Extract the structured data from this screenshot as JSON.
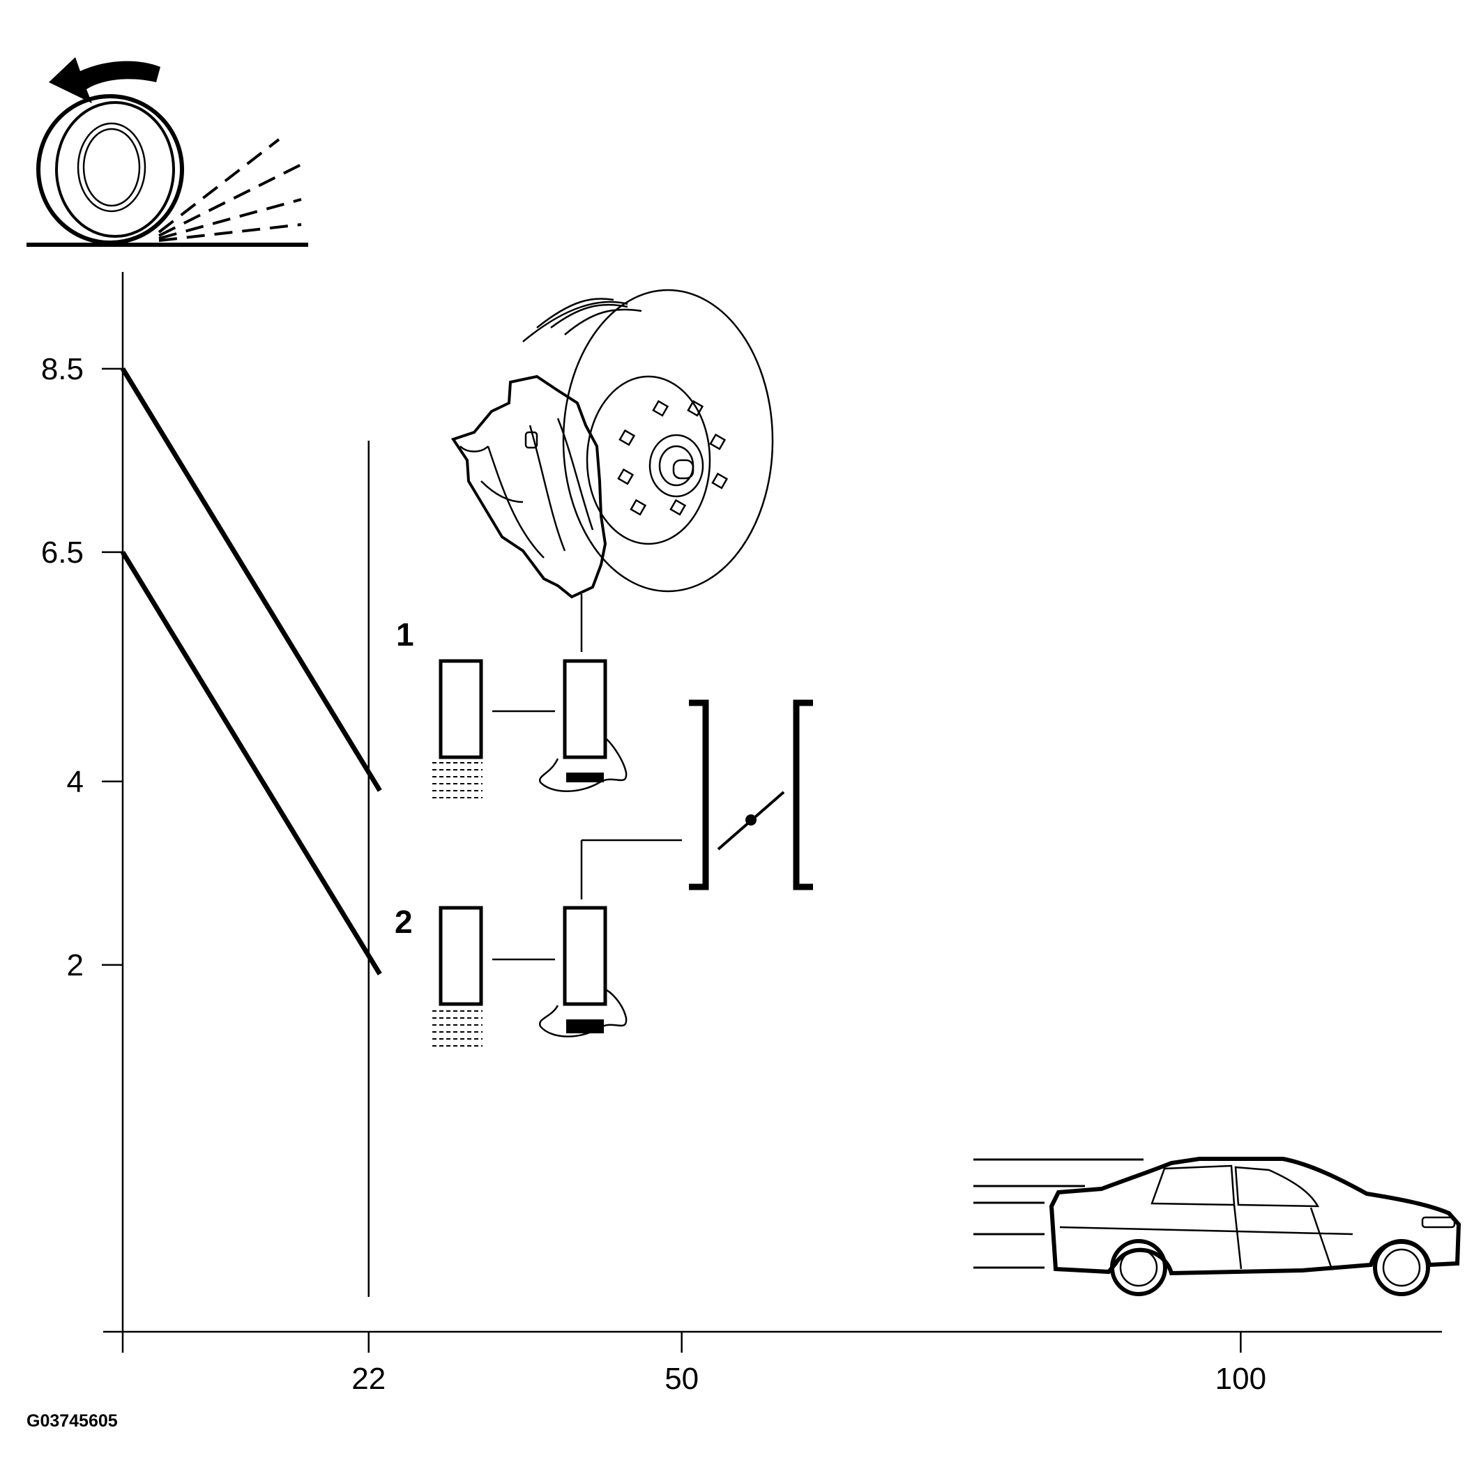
{
  "chart_data": {
    "type": "line",
    "title": "",
    "xlabel": "",
    "ylabel": "",
    "x_ticks": [
      22,
      50,
      100
    ],
    "y_ticks": [
      8.5,
      6.5,
      4,
      2
    ],
    "xlim": [
      0,
      118
    ],
    "ylim": [
      -2,
      11
    ],
    "grid": false,
    "legend": "none",
    "reference_line_x": 22,
    "series": [
      {
        "x": [
          0,
          23
        ],
        "y": [
          8.5,
          3.9
        ]
      },
      {
        "x": [
          0,
          23
        ],
        "y": [
          6.5,
          1.9
        ]
      }
    ],
    "callouts": [
      "1",
      "2"
    ]
  },
  "figure_id": "G03745605",
  "icons": [
    "wheel-spin-icon",
    "brake-disc-icon",
    "brake-pad-icon",
    "open-switch-icon",
    "car-icon"
  ],
  "colors": {
    "ink": "#000000",
    "background": "#ffffff"
  }
}
